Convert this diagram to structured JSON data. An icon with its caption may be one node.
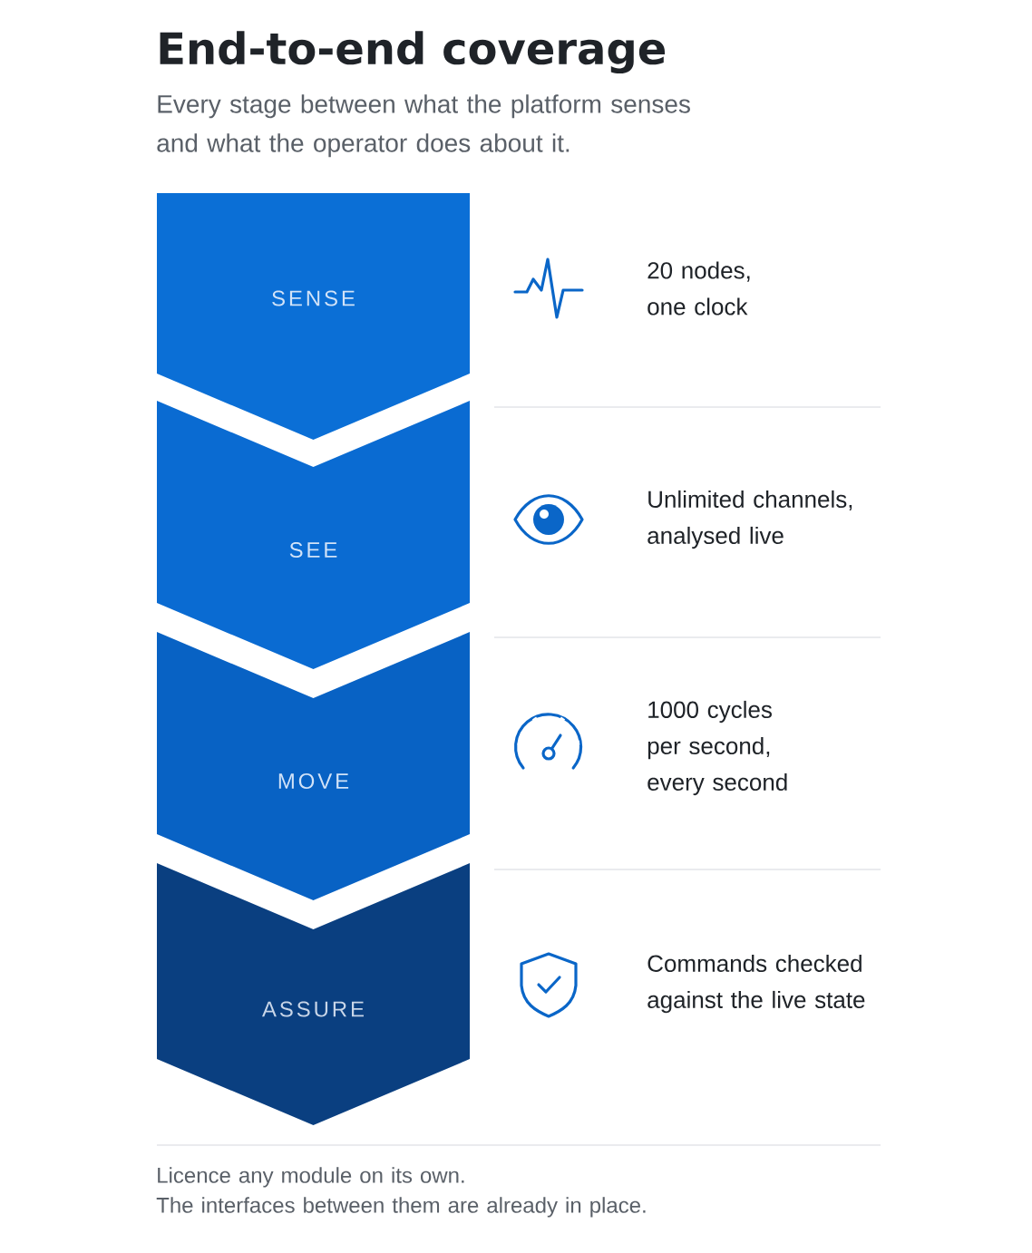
{
  "diagram": {
    "title": "End-to-end coverage",
    "nodes": [
      {
        "text": [
          "SENSE"
        ]
      },
      {
        "text": [
          "SEE"
        ]
      },
      {
        "text": [
          "MOVE"
        ]
      },
      {
        "text": [
          "ASSURE"
        ]
      }
    ],
    "labels": [
      "Every stage between what the platform senses and what the operator does about it.",
      "20 nodes, one clock",
      "Unlimited channels, analysed live",
      "1000 cycles per second, every second",
      "Commands checked against the live state",
      "Licence any module on its own.",
      "The interfaces between them are already in place."
    ]
  }
}
